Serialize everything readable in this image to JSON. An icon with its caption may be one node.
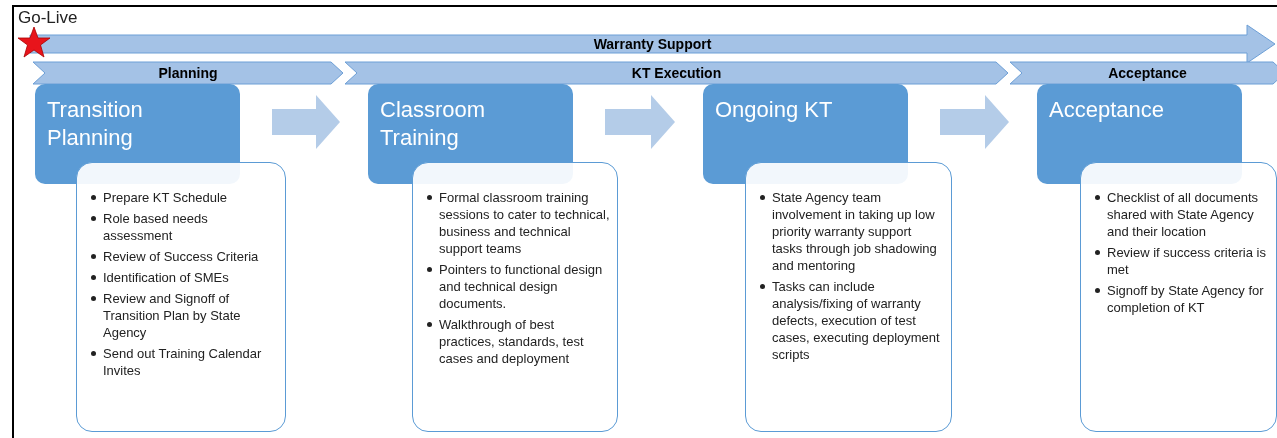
{
  "diagram": {
    "nodes": [
      {
        "text": [
          "Warranty Support"
        ]
      },
      {
        "text": [
          "Planning"
        ]
      },
      {
        "text": [
          "KT Execution"
        ]
      },
      {
        "text": [
          "Acceptance"
        ]
      },
      {
        "text": [
          "Transition Planning"
        ]
      },
      {
        "text": [
          "Prepare KT Schedule",
          "Role based needs assessment",
          "Review of Success Criteria",
          "Identification of SMEs",
          "Review and Signoff of Transition Plan by State Agency",
          "Send out Training Calendar Invites"
        ]
      },
      {
        "text": [
          "Classroom Training"
        ]
      },
      {
        "text": [
          "Formal classroom training sessions to cater to technical, business and technical support teams",
          "Pointers to functional design and technical design documents.",
          "Walkthrough of best practices, standards, test cases and deployment"
        ]
      },
      {
        "text": [
          "Ongoing KT"
        ]
      },
      {
        "text": [
          "State Agency team involvement in taking up low priority warranty support tasks through job shadowing and mentoring",
          "Tasks can include analysis/fixing of warranty defects, execution of test cases, executing deployment scripts"
        ]
      },
      {
        "text": [
          "Acceptance"
        ]
      },
      {
        "text": [
          "Checklist of all documents shared with State Agency and their location",
          "Review if success criteria is met",
          "Signoff by State Agency for completion of KT"
        ]
      }
    ],
    "edges": [
      {
        "from": 4,
        "to": 6,
        "arrow": "to"
      },
      {
        "from": 6,
        "to": 8,
        "arrow": "to"
      },
      {
        "from": 8,
        "to": 10,
        "arrow": "to"
      }
    ],
    "labels": [
      "Go-Live"
    ]
  }
}
